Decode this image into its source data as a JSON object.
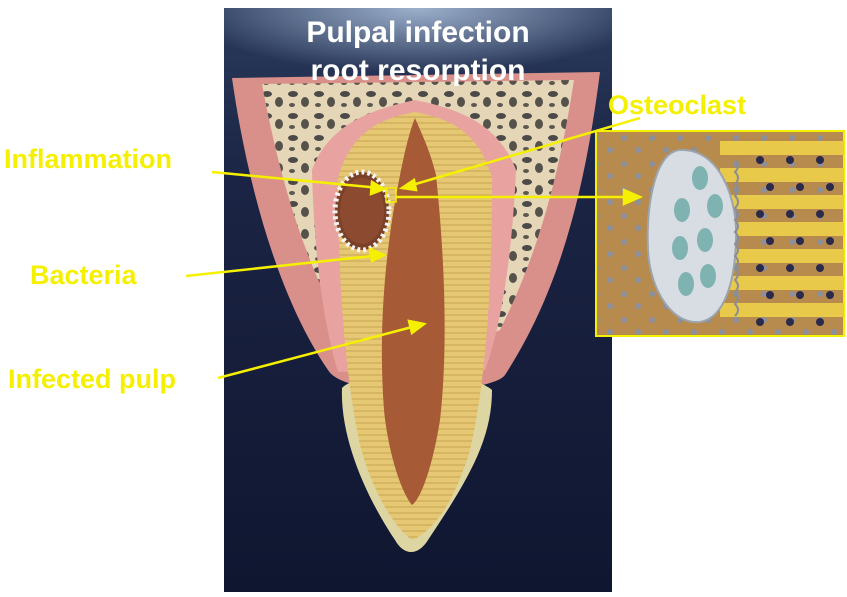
{
  "title": {
    "line1": "Pulpal infection",
    "line2": "root resorption"
  },
  "labels": {
    "osteoclast": "Osteoclast",
    "inflammation": "Inflammation",
    "bacteria": "Bacteria",
    "infected_pulp": "Infected pulp"
  },
  "colors": {
    "label_yellow": "#f5f000",
    "background_navy": "#141c38",
    "gum_pink": "#d9908a",
    "bone": "#e2d3b4",
    "dentin": "#e3c56e",
    "pulp": "#a65a36",
    "enamel": "#ddd6a2"
  }
}
